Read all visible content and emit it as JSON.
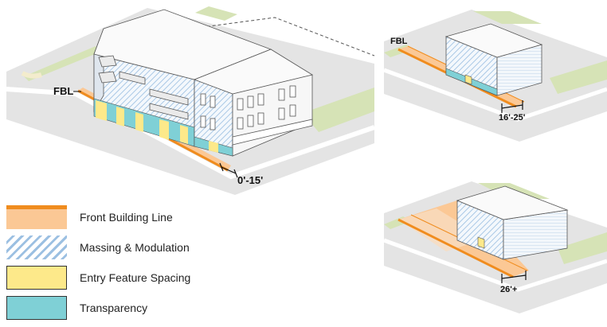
{
  "diagrams": {
    "main": {
      "fbl_label": "FBL",
      "dimension": "0'-15'"
    },
    "top_right": {
      "fbl_label": "FBL",
      "dimension": "16'-25'"
    },
    "bottom_right": {
      "dimension": "26'+"
    }
  },
  "legend": [
    {
      "key": "front-building-line",
      "label": "Front Building Line"
    },
    {
      "key": "massing-modulation",
      "label": "Massing & Modulation"
    },
    {
      "key": "entry-feature-spacing",
      "label": "Entry Feature Spacing"
    },
    {
      "key": "transparency",
      "label": "Transparency"
    }
  ],
  "colors": {
    "fbl": "#f08c1e",
    "fbl_fill": "#fbc895",
    "massing": "#9cc0e2",
    "entry": "#fde98a",
    "transparency": "#7fd0d6",
    "grass": "#d6e3b6",
    "ground": "#e3e3e3"
  }
}
